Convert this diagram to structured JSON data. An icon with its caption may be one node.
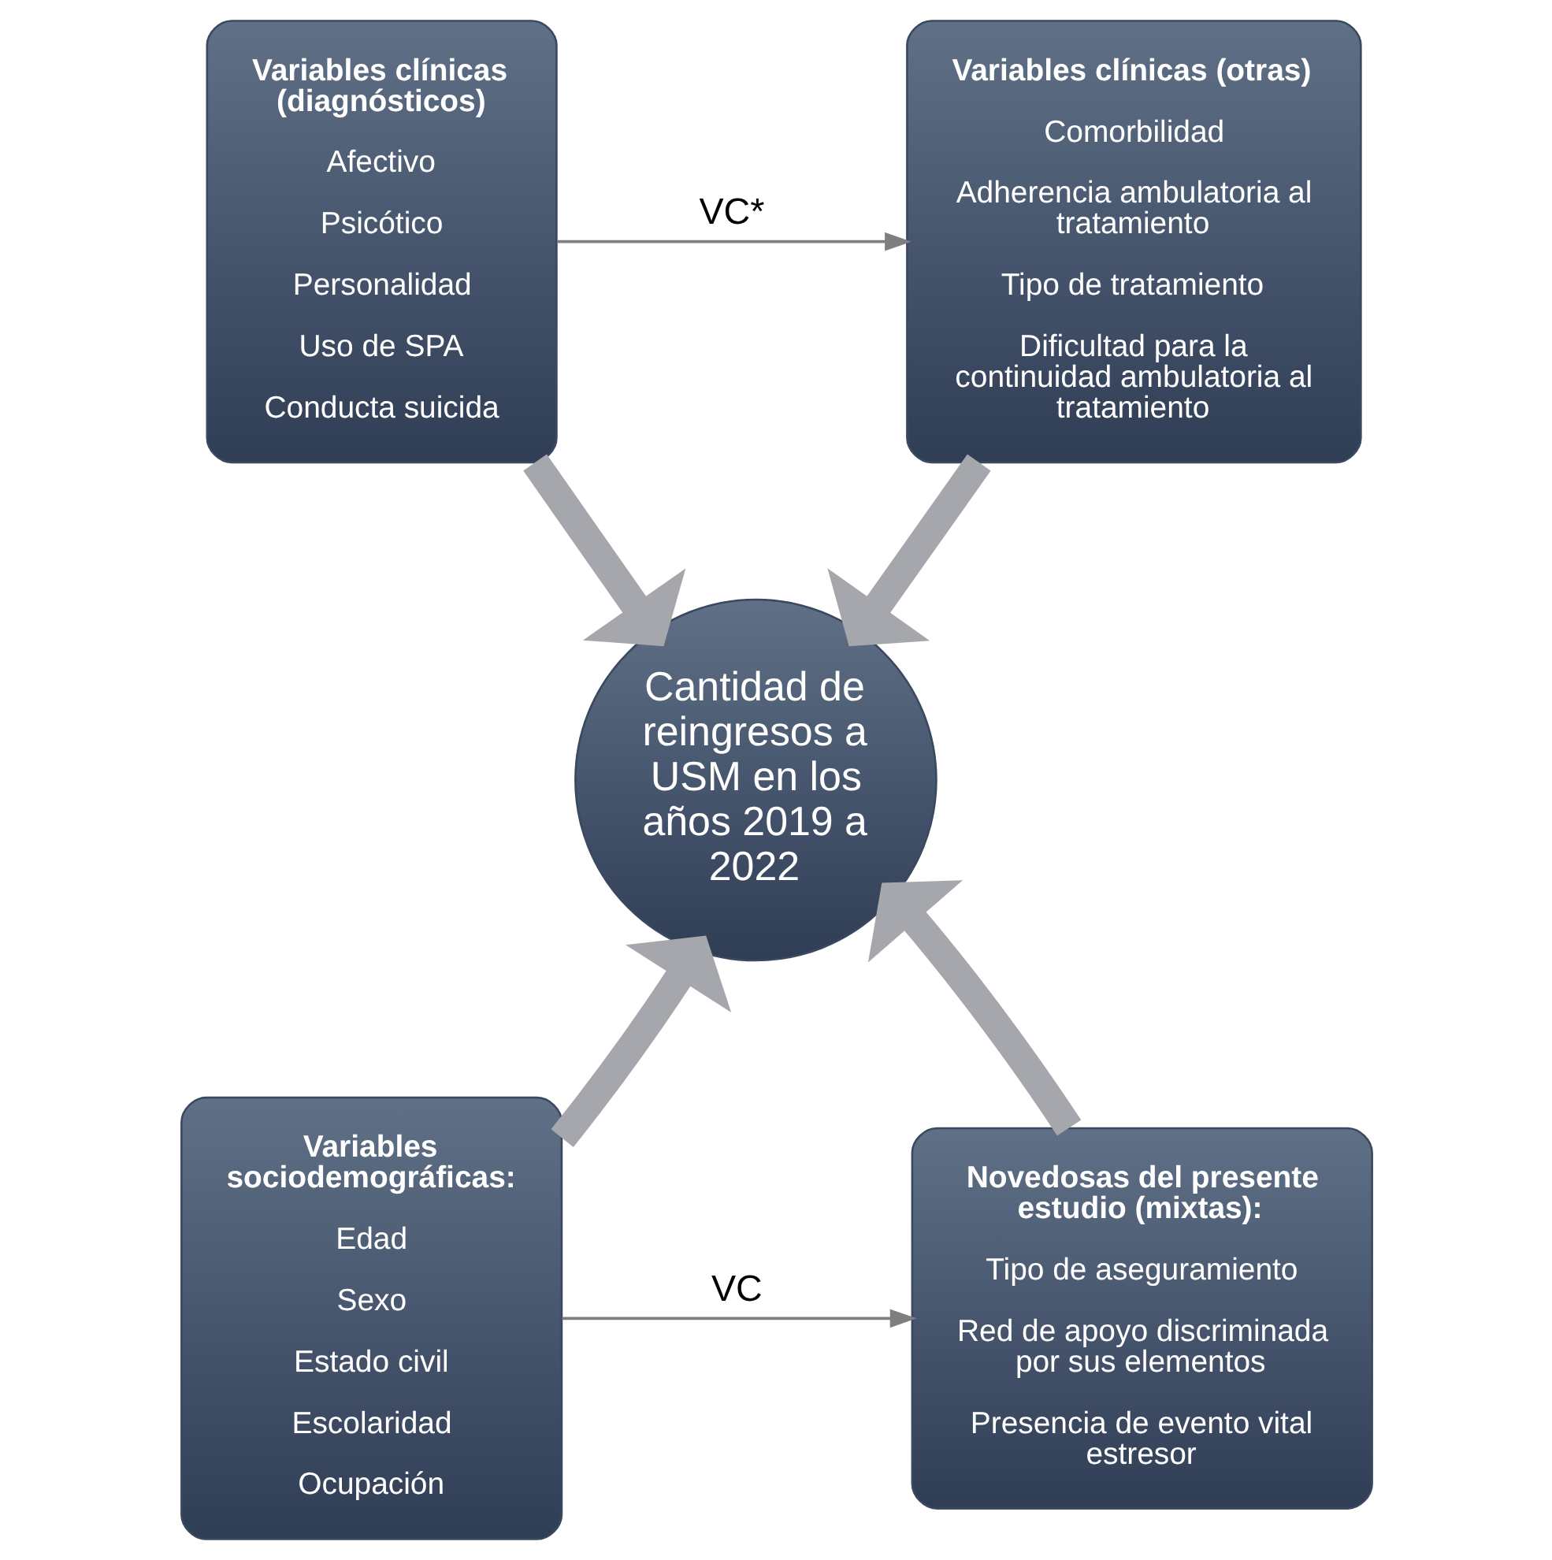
{
  "diagram": {
    "nodes": [
      {
        "text": [
          "Variables clínicas (diagnósticos)",
          "Afectivo",
          "Psicótico",
          "Personalidad",
          "Uso de SPA",
          "Conducta suicida"
        ]
      },
      {
        "text": [
          "Variables clínicas (otras)",
          "Comorbilidad",
          "Adherencia ambulatoria al tratamiento",
          "Tipo de tratamiento",
          "Dificultad para la continuidad ambulatoria al tratamiento"
        ]
      },
      {
        "text": [
          "Cantidad de reingresos a USM en los años 2019 a 2022"
        ]
      },
      {
        "text": [
          "Variables sociodemográficas:",
          "Edad",
          "Sexo",
          "Estado civil",
          "Escolaridad",
          "Ocupación"
        ]
      },
      {
        "text": [
          "Novedosas del presente estudio (mixtas):",
          "Tipo de aseguramiento",
          "Red de apoyo discriminada por sus elementos",
          "Presencia de evento vital estresor"
        ]
      }
    ],
    "edges": [
      {
        "from": 0,
        "to": 2,
        "arrow": "to"
      },
      {
        "from": 1,
        "to": 2,
        "arrow": "to"
      },
      {
        "from": 3,
        "to": 2,
        "arrow": "to"
      },
      {
        "from": 4,
        "to": 2,
        "arrow": "to"
      },
      {
        "from": 0,
        "to": 1,
        "arrow": "to",
        "label": "VC*",
        "color": "#7f7f7f"
      },
      {
        "from": 3,
        "to": 4,
        "arrow": "to",
        "label": "VC",
        "color": "#7f7f7f"
      }
    ]
  }
}
